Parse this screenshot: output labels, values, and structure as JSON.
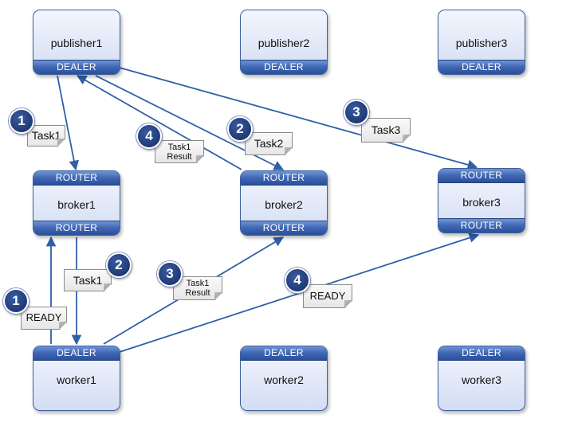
{
  "nodes": {
    "publisher1": {
      "name": "publisher1",
      "port_bottom": "DEALER"
    },
    "publisher2": {
      "name": "publisher2",
      "port_bottom": "DEALER"
    },
    "publisher3": {
      "name": "publisher3",
      "port_bottom": "DEALER"
    },
    "broker1": {
      "name": "broker1",
      "port_top": "ROUTER",
      "port_bottom": "ROUTER"
    },
    "broker2": {
      "name": "broker2",
      "port_top": "ROUTER",
      "port_bottom": "ROUTER"
    },
    "broker3": {
      "name": "broker3",
      "port_top": "ROUTER",
      "port_bottom": "ROUTER"
    },
    "worker1": {
      "name": "worker1",
      "port_top": "DEALER"
    },
    "worker2": {
      "name": "worker2",
      "port_top": "DEALER"
    },
    "worker3": {
      "name": "worker3",
      "port_top": "DEALER"
    }
  },
  "labels": {
    "task1_top": {
      "text": "Task1",
      "step": "1"
    },
    "task1_result_top": {
      "line1": "Task1",
      "line2": "Result",
      "step": "4"
    },
    "task2": {
      "text": "Task2",
      "step": "2"
    },
    "task3": {
      "text": "Task3",
      "step": "3"
    },
    "task1_mid": {
      "text": "Task1",
      "step": "2"
    },
    "ready_left": {
      "text": "READY",
      "step": "1"
    },
    "task1_result_bottom": {
      "line1": "Task1",
      "line2": "Result",
      "step": "3"
    },
    "ready_right": {
      "text": "READY",
      "step": "4"
    }
  },
  "colors": {
    "arrow": "#2f5fa7",
    "port": "#3f66b4",
    "node_border": "#3d5f99",
    "badge": "#1f3a75"
  }
}
